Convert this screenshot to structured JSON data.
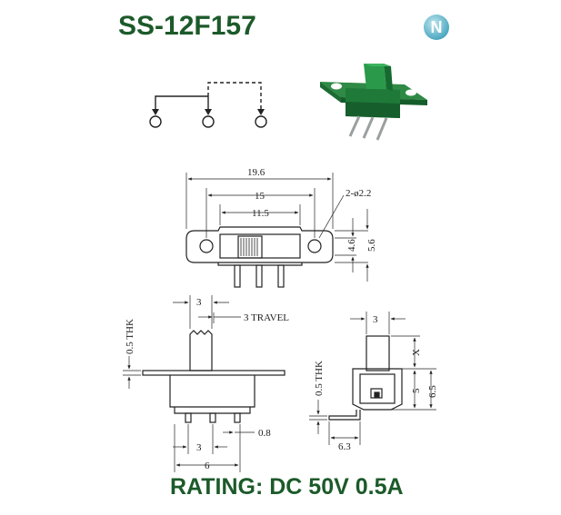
{
  "title": "SS-12F157",
  "rating": "RATING: DC 50V 0.5A",
  "logo_letter": "N",
  "colors": {
    "brand_green": "#1c5a2a",
    "switch_body": "#1f7a3a",
    "line": "#222222"
  },
  "dimensions": {
    "overall_width": "19.6",
    "hole_pitch": "15",
    "slot_width": "11.5",
    "holes": "2-ø2.2",
    "height_inner": "4.6",
    "height_outer": "5.6",
    "knob_width": "3",
    "travel": "3 TRAVEL",
    "plate_thickness": "0.5 THK",
    "pin_pitch": "3",
    "pin_width": "0.8",
    "pin_span": "6",
    "side_knob_width": "3",
    "side_x": "X",
    "side_5": "5",
    "side_6_5": "6.5",
    "side_thk": "0.5 THK",
    "side_6_3": "6.3"
  }
}
